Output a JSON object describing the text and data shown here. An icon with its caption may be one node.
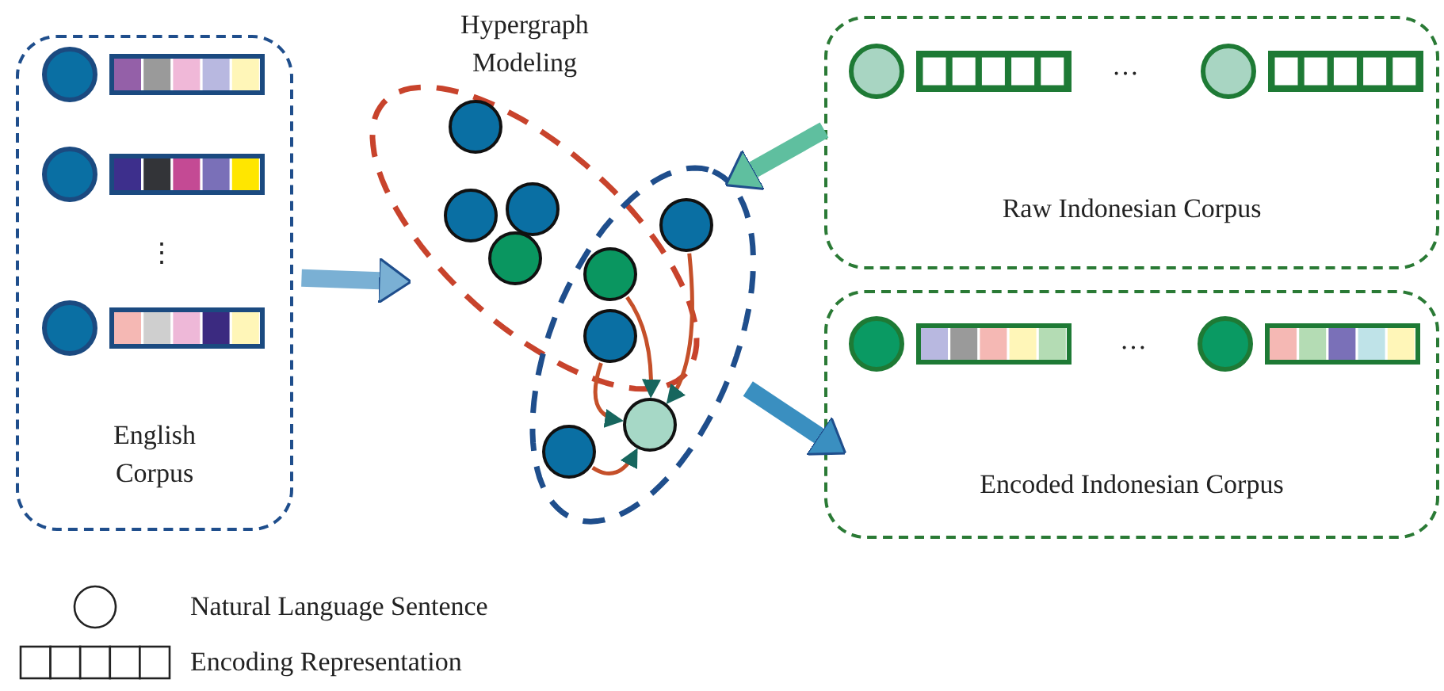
{
  "diagram": {
    "nodes": [
      {
        "text": [
          "English Corpus"
        ]
      },
      {
        "text": [],
        "shape": "ellipse"
      },
      {
        "text": [],
        "shape": "ellipse"
      },
      {
        "text": [
          "Raw Indonesian Corpus"
        ]
      },
      {
        "text": [
          "Encoded Indonesian Corpus"
        ]
      },
      {
        "text": [],
        "shape": "circle",
        "in": 1
      },
      {
        "text": [],
        "shape": "circle",
        "in": 1
      },
      {
        "text": [],
        "shape": "circle",
        "in": 1
      },
      {
        "text": [],
        "shape": "circle",
        "in": 1
      },
      {
        "text": [],
        "shape": "circle",
        "in": 2
      },
      {
        "text": [],
        "shape": "circle"
      },
      {
        "text": [],
        "shape": "circle"
      },
      {
        "text": [],
        "shape": "circle",
        "in": 2
      },
      {
        "text": [],
        "shape": "circle",
        "in": 2
      }
    ],
    "edges": [
      {
        "from": 0,
        "to": 1,
        "arrow": "to",
        "style": "thick",
        "color": "#7ab0d4"
      },
      {
        "from": 3,
        "to": 2,
        "arrow": "to",
        "style": "thick",
        "color": "#5fbf9f"
      },
      {
        "from": 2,
        "to": 4,
        "arrow": "to",
        "style": "thick",
        "color": "#3a8fc0"
      },
      {
        "from": 10,
        "to": 12,
        "arrow": "to"
      },
      {
        "from": 9,
        "to": 12,
        "arrow": "to"
      },
      {
        "from": 11,
        "to": 12,
        "arrow": "to"
      },
      {
        "from": 13,
        "to": 12,
        "arrow": "to"
      }
    ],
    "labels": [
      "Hypergraph Modeling",
      "⋮",
      "…",
      "…"
    ],
    "legend": [
      {
        "text": "Natural Language Sentence"
      },
      {
        "text": "Encoding Representation"
      }
    ]
  }
}
